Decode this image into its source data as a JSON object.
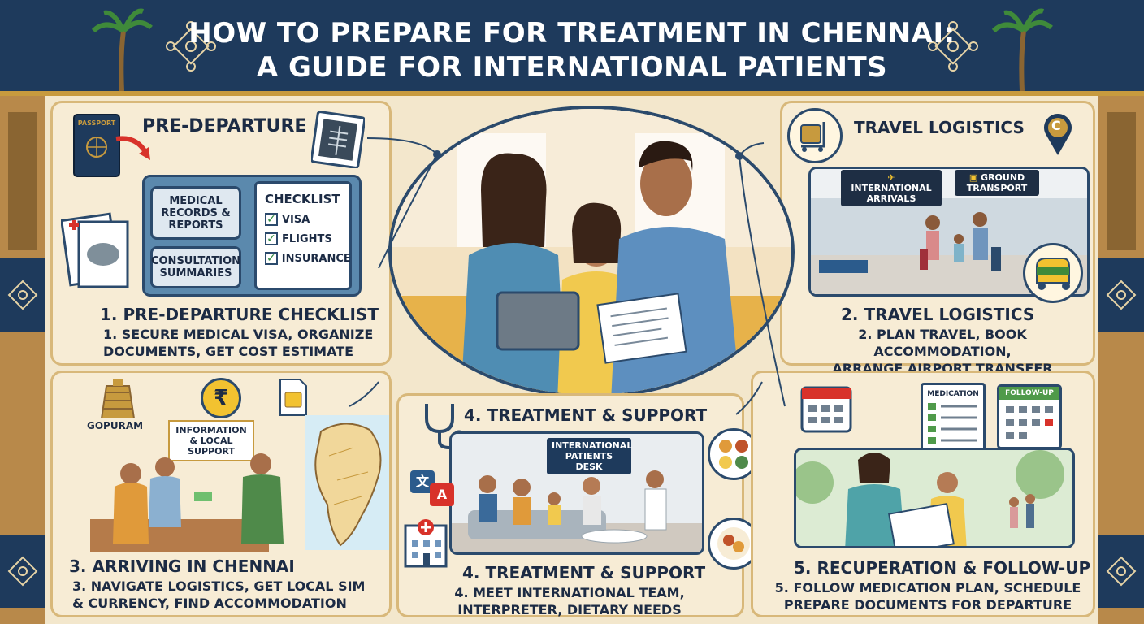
{
  "header": {
    "title_line1": "HOW TO PREPARE FOR TREATMENT IN CHENNAI:",
    "title_line2": "A GUIDE FOR INTERNATIONAL PATIENTS"
  },
  "colors": {
    "banner": "#1e3a5c",
    "gold": "#c79a3e",
    "cream": "#f3e7cc",
    "navy_text": "#1c2b44"
  },
  "pre_departure": {
    "heading": "PRE-DEPARTURE",
    "passport_label": "PASSPORT",
    "records_card": "MEDICAL RECORDS & REPORTS",
    "consultation_card": "CONSULTATION SUMMARIES",
    "checklist_title": "CHECKLIST",
    "checklist_items": [
      "VISA",
      "FLIGHTS",
      "INSURANCE"
    ],
    "title": "1. PRE-DEPARTURE CHECKLIST",
    "desc_line1": "1. SECURE MEDICAL VISA, ORGANIZE",
    "desc_line2": "DOCUMENTS, GET COST ESTIMATE"
  },
  "travel": {
    "heading": "TRAVEL LOGISTICS",
    "sign_arrivals": "INTERNATIONAL ARRIVALS",
    "sign_transport": "GROUND TRANSPORT",
    "pin_letter": "C",
    "title": "2. TRAVEL LOGISTICS",
    "desc_line1": "2. PLAN TRAVEL, BOOK ACCOMMODATION,",
    "desc_line2": "ARRANGE AIRPORT TRANSFER"
  },
  "arriving": {
    "gopuram_label": "GOPURAM",
    "info_box": "INFORMATION & LOCAL SUPPORT",
    "currency_symbol": "₹",
    "title": "3. ARRIVING IN CHENNAI",
    "desc_line1": "3. NAVIGATE LOGISTICS, GET LOCAL SIM",
    "desc_line2": "& CURRENCY, FIND ACCOMMODATION"
  },
  "treatment": {
    "heading": "4. TREATMENT & SUPPORT",
    "desk_sign": "INTERNATIONAL PATIENTS DESK",
    "translate_a": "文",
    "translate_b": "A",
    "title": "4. TREATMENT & SUPPORT",
    "desc_line1": "4. MEET INTERNATIONAL TEAM,",
    "desc_line2": "INTERPRETER, DIETARY NEEDS"
  },
  "recuperation": {
    "medication_label": "MEDICATION",
    "followup_label": "FOLLOW-UP",
    "title": "5. RECUPERATION & FOLLOW-UP",
    "desc_line1": "5. FOLLOW MEDICATION PLAN, SCHEDULE",
    "desc_line2": "PREPARE DOCUMENTS FOR DEPARTURE"
  }
}
